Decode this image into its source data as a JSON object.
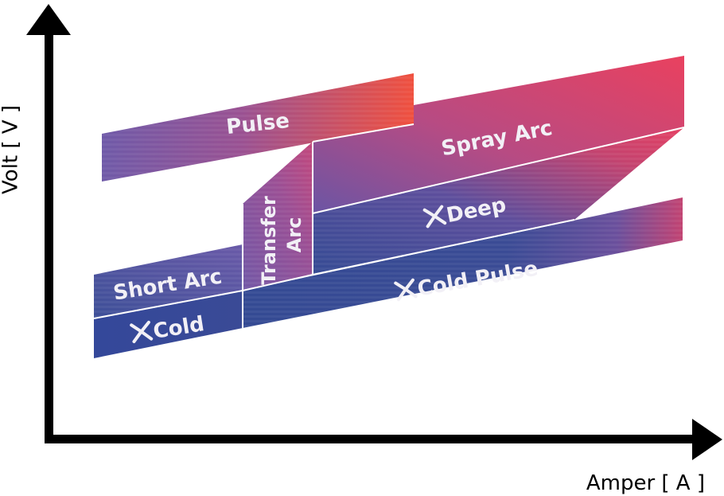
{
  "axes": {
    "y_label": "Volt [ V ]",
    "x_label": "Amper [ A ]"
  },
  "regions": {
    "pulse": "Pulse",
    "spray_arc": "Spray Arc",
    "transfer_arc_line1": "Transfer",
    "transfer_arc_line2": "Arc",
    "xdeep": "Deep",
    "short_arc": "Short Arc",
    "xcold_pulse": "Cold Pulse",
    "xcold": "Cold"
  },
  "colors": {
    "blue": "#3a4a96",
    "purple": "#6a58a8",
    "magenta": "#b9497e",
    "red": "#e8465a",
    "orange_red": "#f2533d",
    "axis": "#000000"
  }
}
